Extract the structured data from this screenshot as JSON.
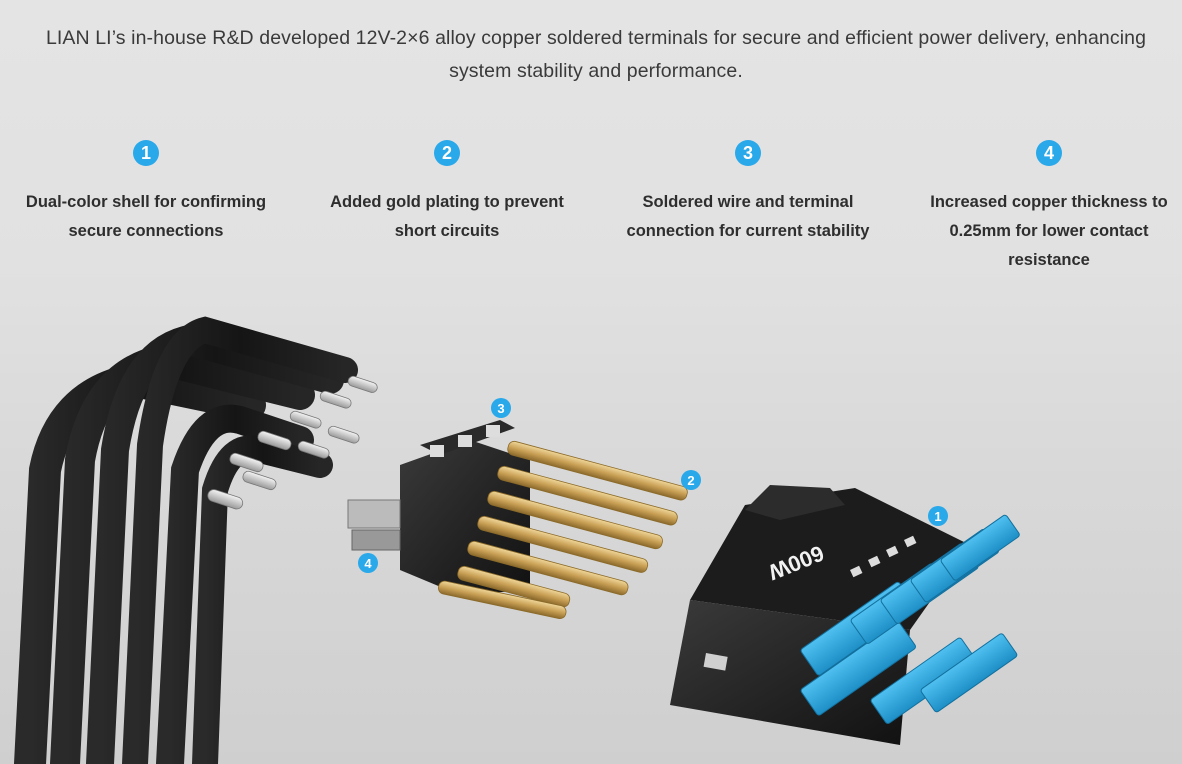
{
  "intro": {
    "line1": "LIAN LI’s in-house R&D developed 12V-2×6 alloy copper soldered terminals for secure and efficient power delivery, enhancing",
    "line2": "system stability and performance."
  },
  "features": [
    {
      "number": "1",
      "text": "Dual-color shell for confirming secure connections"
    },
    {
      "number": "2",
      "text": "Added gold plating to prevent short circuits"
    },
    {
      "number": "3",
      "text": "Soldered wire and terminal connection for current stability"
    },
    {
      "number": "4",
      "text": "Increased copper thickness to 0.25mm for lower contact resistance"
    }
  ],
  "illustration": {
    "connector_label": "600W",
    "callouts": [
      "1",
      "2",
      "3",
      "4"
    ]
  },
  "colors": {
    "accent": "#29a8ea",
    "connector_blue": "#2aa6dd",
    "gold": "#c9a55c",
    "cable": "#1d1d1d"
  }
}
